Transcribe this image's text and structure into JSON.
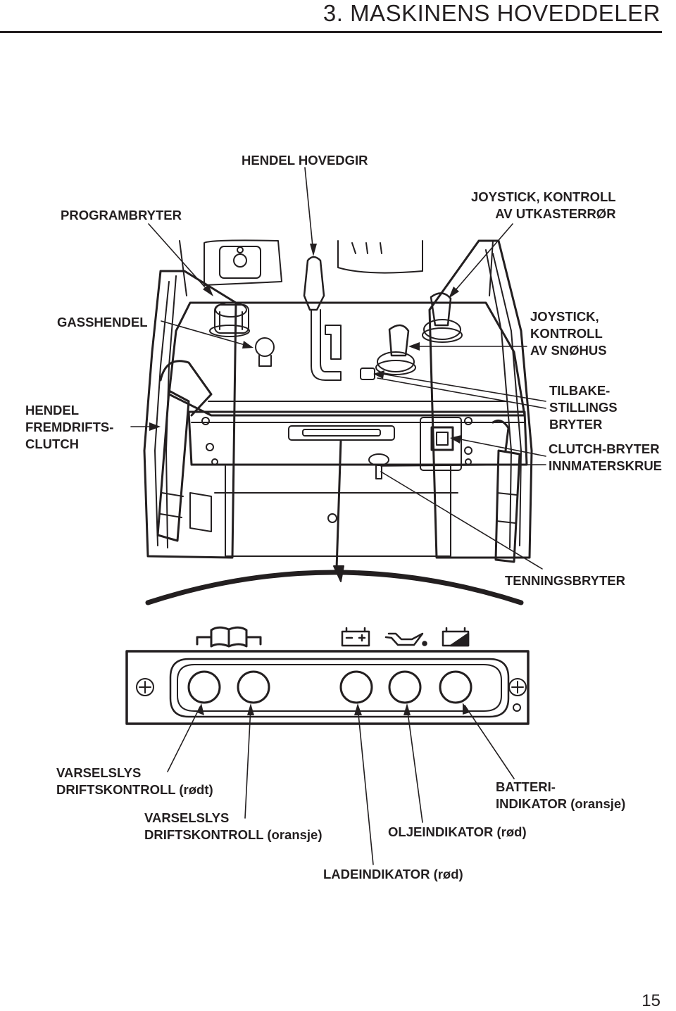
{
  "header": {
    "title": "3. MASKINENS HOVEDDELER"
  },
  "labels": {
    "hendel_hovedgir": "HENDEL HOVEDGIR",
    "programbryter": "PROGRAMBRYTER",
    "joystick_utkasterror": "JOYSTICK, KONTROLL\nAV UTKASTERRØR",
    "gasshendel": "GASSHENDEL",
    "joystick_snohus": "JOYSTICK,\nKONTROLL\nAV SNØHUS",
    "hendel_fremdrift": "HENDEL\nFREMDRIFTS-\nCLUTCH",
    "tilbakestilling": "TILBAKE-\nSTILLINGS\nBRYTER",
    "clutch_bryter": "CLUTCH-BRYTER",
    "innmaterskrue": "INNMATERSKRUE",
    "tenningsbryter": "TENNINGSBRYTER",
    "varsel_rodt": "VARSELSLYS\nDRIFTSKONTROLL (rødt)",
    "varsel_oransje": "VARSELSLYS\nDRIFTSKONTROLL (oransje)",
    "batteri": "BATTERI-\nINDIKATOR (oransje)",
    "olje": "OLJEINDIKATOR (rød)",
    "lade": "LADEINDIKATOR (rød)"
  },
  "icons": [
    "book-warning-icon",
    "battery-charge-icon",
    "oil-can-icon",
    "battery-level-icon"
  ],
  "page_number": "15"
}
